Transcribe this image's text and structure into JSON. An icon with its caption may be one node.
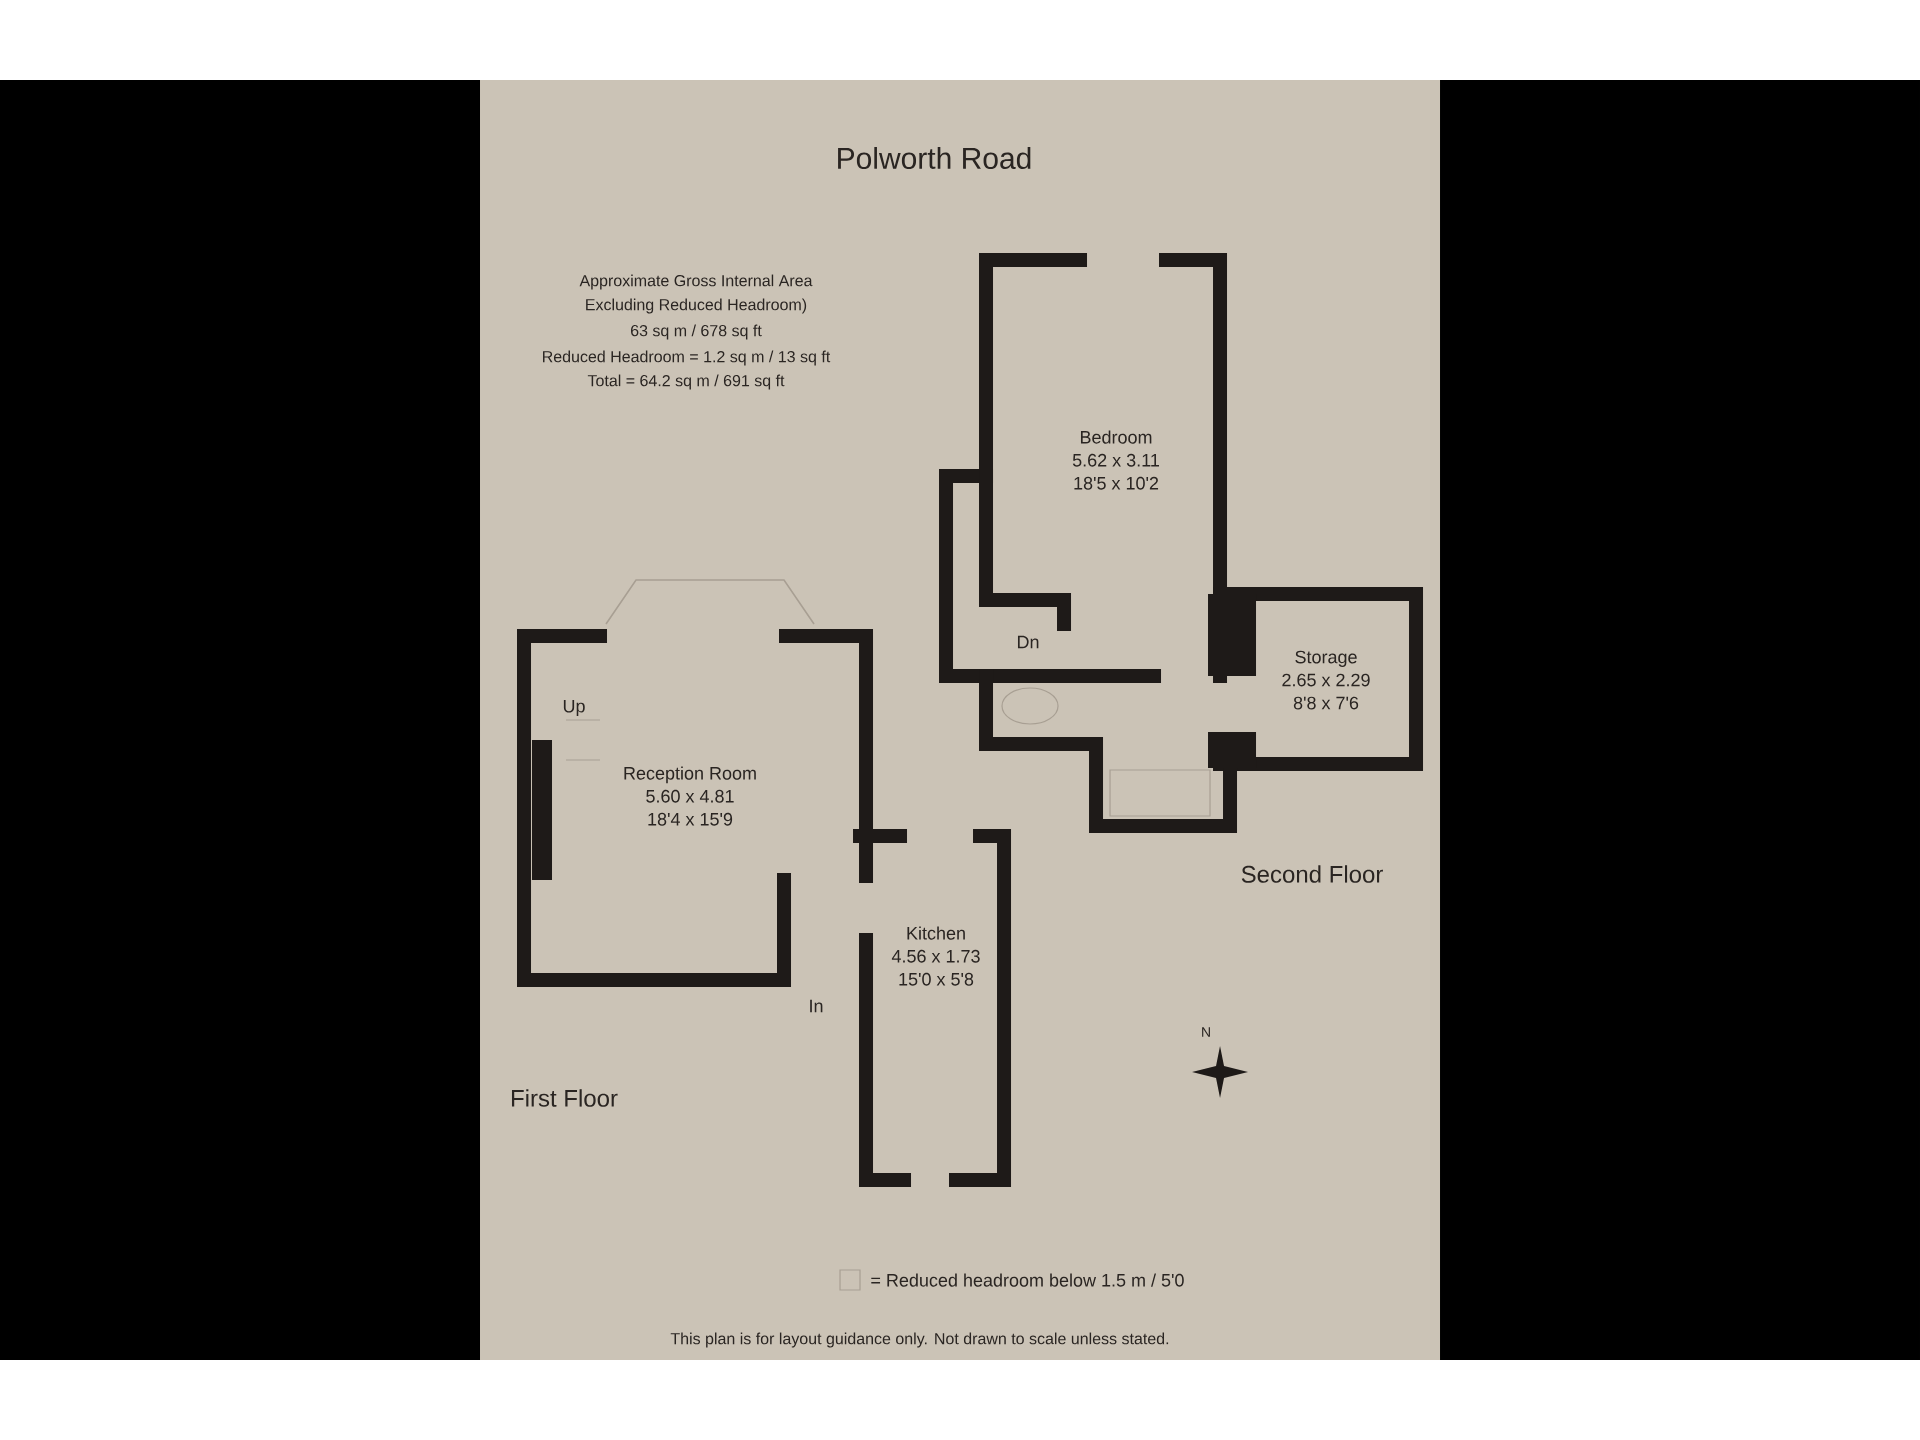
{
  "diagram": {
    "title": "Polworth Road",
    "nodes": [
      {
        "text": [
          "Reception Room",
          "5.60 x 4.81",
          "18'4 x 15'9"
        ]
      },
      {
        "text": [
          "Bedroom",
          "5.62 x 3.11",
          "18'5 x 10'2"
        ]
      },
      {
        "text": [
          "Storage",
          "2.65 x 2.29",
          "8'8 x 7'6"
        ]
      },
      {
        "text": [
          "Kitchen",
          "4.56 x 1.73",
          "15'0 x 5'8"
        ]
      }
    ],
    "edges": [],
    "labels": [
      "Approximate Gross Internal Area",
      "Excluding Reduced Headroom)",
      "63 sq m / 678 sq ft",
      "Reduced Headroom = 1.2 sq m / 13 sq ft",
      "Total = 64.2 sq m / 691 sq ft",
      "Dn",
      "Up",
      "Second Floor",
      "In",
      "N",
      "First Floor",
      "This plan is for layout guidance only. Not drawn to scale unless stated."
    ],
    "legend": [
      {
        "text": "= Reduced headroom below 1.5 m / 5'0"
      }
    ]
  }
}
